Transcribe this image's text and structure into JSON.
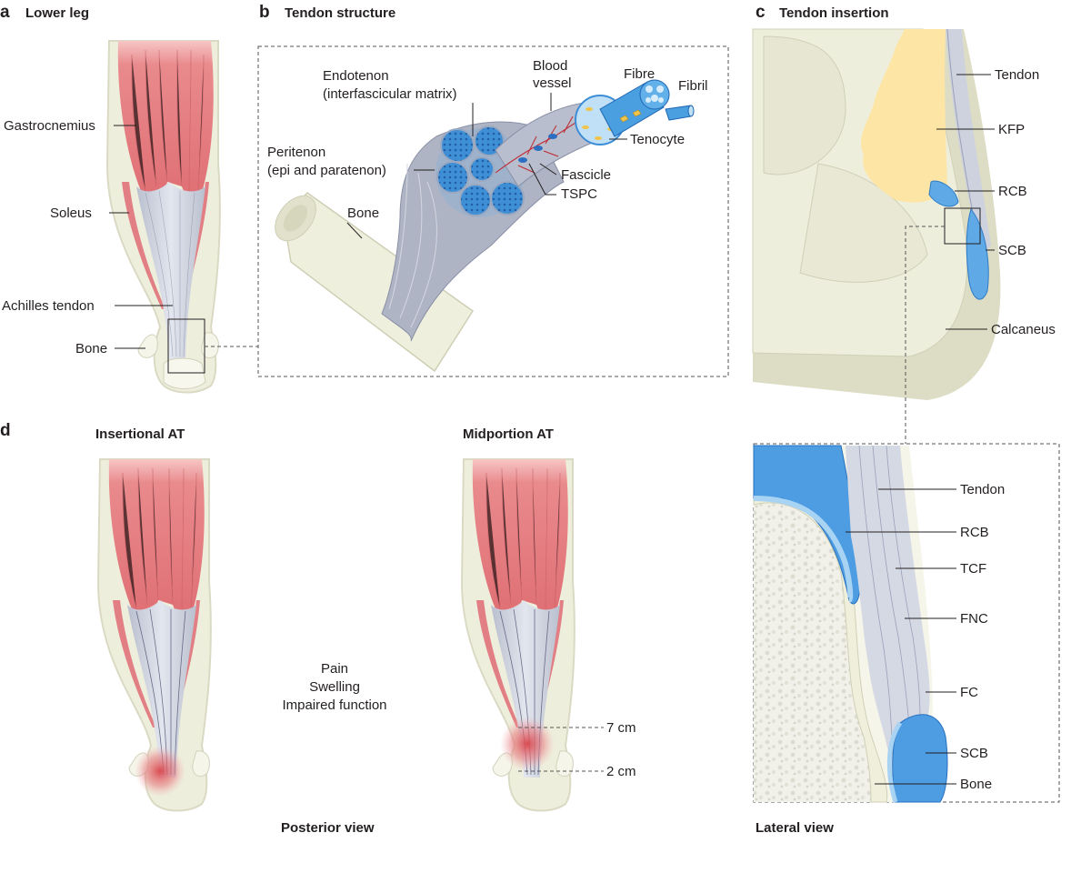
{
  "panels": {
    "a": {
      "letter": "a",
      "title": "Lower leg",
      "labels": {
        "gastrocnemius": "Gastrocnemius",
        "soleus": "Soleus",
        "achilles": "Achilles tendon",
        "bone": "Bone"
      }
    },
    "b": {
      "letter": "b",
      "title": "Tendon structure",
      "labels": {
        "endotenon_1": "Endotenon",
        "endotenon_2": "(interfascicular matrix)",
        "blood_1": "Blood",
        "blood_2": "vessel",
        "fibre": "Fibre",
        "fibril": "Fibril",
        "tenocyte": "Tenocyte",
        "peritenon_1": "Peritenon",
        "peritenon_2": "(epi and paratenon)",
        "fascicle": "Fascicle",
        "tspc": "TSPC",
        "bone": "Bone"
      }
    },
    "c": {
      "letter": "c",
      "title": "Tendon insertion",
      "labels": {
        "tendon": "Tendon",
        "kfp": "KFP",
        "rcb": "RCB",
        "scb": "SCB",
        "calcaneus": "Calcaneus"
      },
      "zoom_labels": {
        "tendon": "Tendon",
        "rcb": "RCB",
        "tcf": "TCF",
        "fnc": "FNC",
        "fc": "FC",
        "scb": "SCB",
        "bone": "Bone"
      },
      "footer": "Lateral view"
    },
    "d": {
      "letter": "d",
      "left_title": "Insertional AT",
      "right_title": "Midportion AT",
      "symptoms": [
        "Pain",
        "Swelling",
        "Impaired function"
      ],
      "dist_top": "7 cm",
      "dist_bottom": "2 cm",
      "footer": "Posterior view"
    }
  },
  "colors": {
    "muscle": "#e8868a",
    "muscle_light": "#f3b4b2",
    "tendon": "#c9cedb",
    "bone": "#eeeedd",
    "bone_edge": "#d8d8c2",
    "blue": "#4a9fe0",
    "blue_light": "#9fcdf0",
    "fat": "#fde8b0",
    "inflam": "#d9434a"
  }
}
